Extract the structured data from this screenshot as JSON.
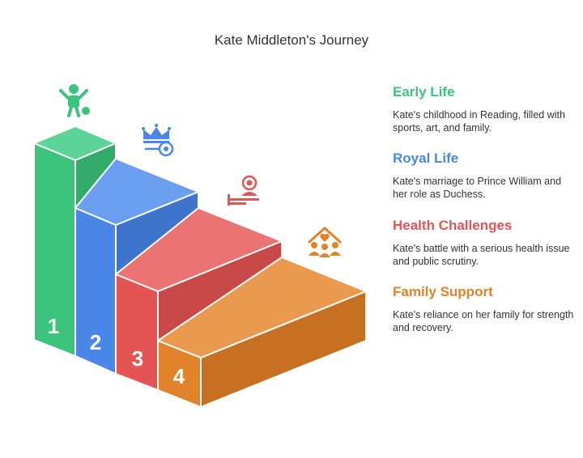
{
  "title": "Kate Middleton's Journey",
  "colors": {
    "green": "#3CC47C",
    "blue": "#4A86E8",
    "red": "#E55454",
    "orange": "#E0832A"
  },
  "steps": [
    {
      "number": "1",
      "title": "Early Life",
      "description": "Kate's childhood in Reading, filled with sports, art, and family.",
      "color": "#3CC47C",
      "icon": "child-with-ball-icon"
    },
    {
      "number": "2",
      "title": "Royal Life",
      "description": "Kate's marriage to Prince William and her role as Duchess.",
      "color": "#4A86E8",
      "icon": "crown-ring-icon"
    },
    {
      "number": "3",
      "title": "Health Challenges",
      "description": "Kate's battle with a serious health issue and public scrutiny.",
      "color": "#E55454",
      "icon": "patient-bed-icon"
    },
    {
      "number": "4",
      "title": "Family Support",
      "description": "Kate's reliance on her family for strength and recovery.",
      "color": "#E0832A",
      "icon": "family-home-icon"
    }
  ]
}
